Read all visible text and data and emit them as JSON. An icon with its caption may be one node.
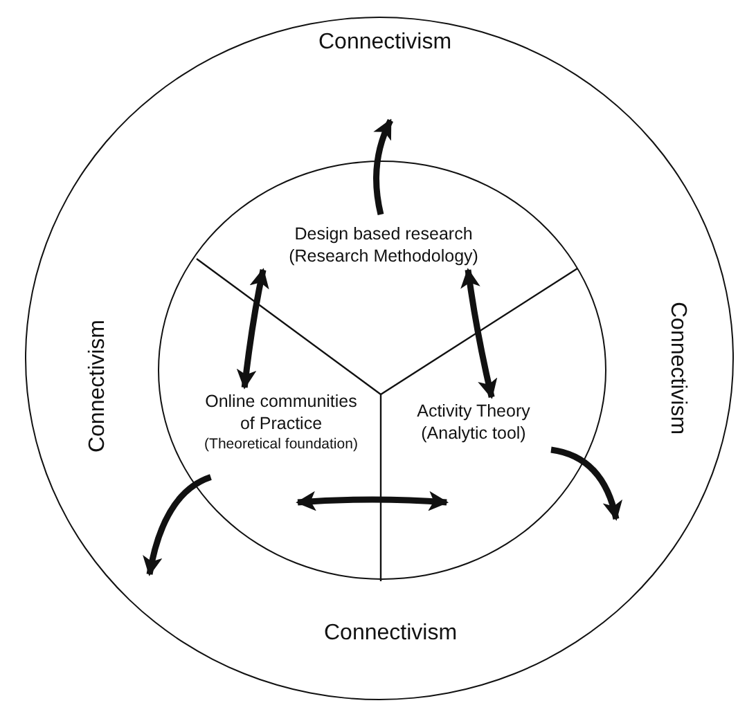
{
  "diagram": {
    "nodes": [
      {
        "text": [
          "Connectivism",
          "Connectivism",
          "Connectivism",
          "Connectivism"
        ]
      },
      {
        "text": [],
        "shape": "circle",
        "in": 0
      },
      {
        "text": [
          "Design based research (Research Methodology)"
        ],
        "in": 1
      },
      {
        "text": [
          "Online communities of Practice",
          "(Theoretical foundation)"
        ],
        "in": 1
      },
      {
        "text": [
          "Activity Theory (Analytic tool)"
        ],
        "in": 1
      }
    ],
    "edges": [
      {
        "from": 2,
        "to": null,
        "arrow": "to"
      },
      {
        "from": 2,
        "to": 3,
        "arrow": "both"
      },
      {
        "from": 2,
        "to": 4,
        "arrow": "both"
      },
      {
        "from": 3,
        "to": 4,
        "arrow": "both"
      },
      {
        "from": 3,
        "to": null,
        "arrow": "to"
      },
      {
        "from": 4,
        "to": null,
        "arrow": "to"
      }
    ]
  }
}
